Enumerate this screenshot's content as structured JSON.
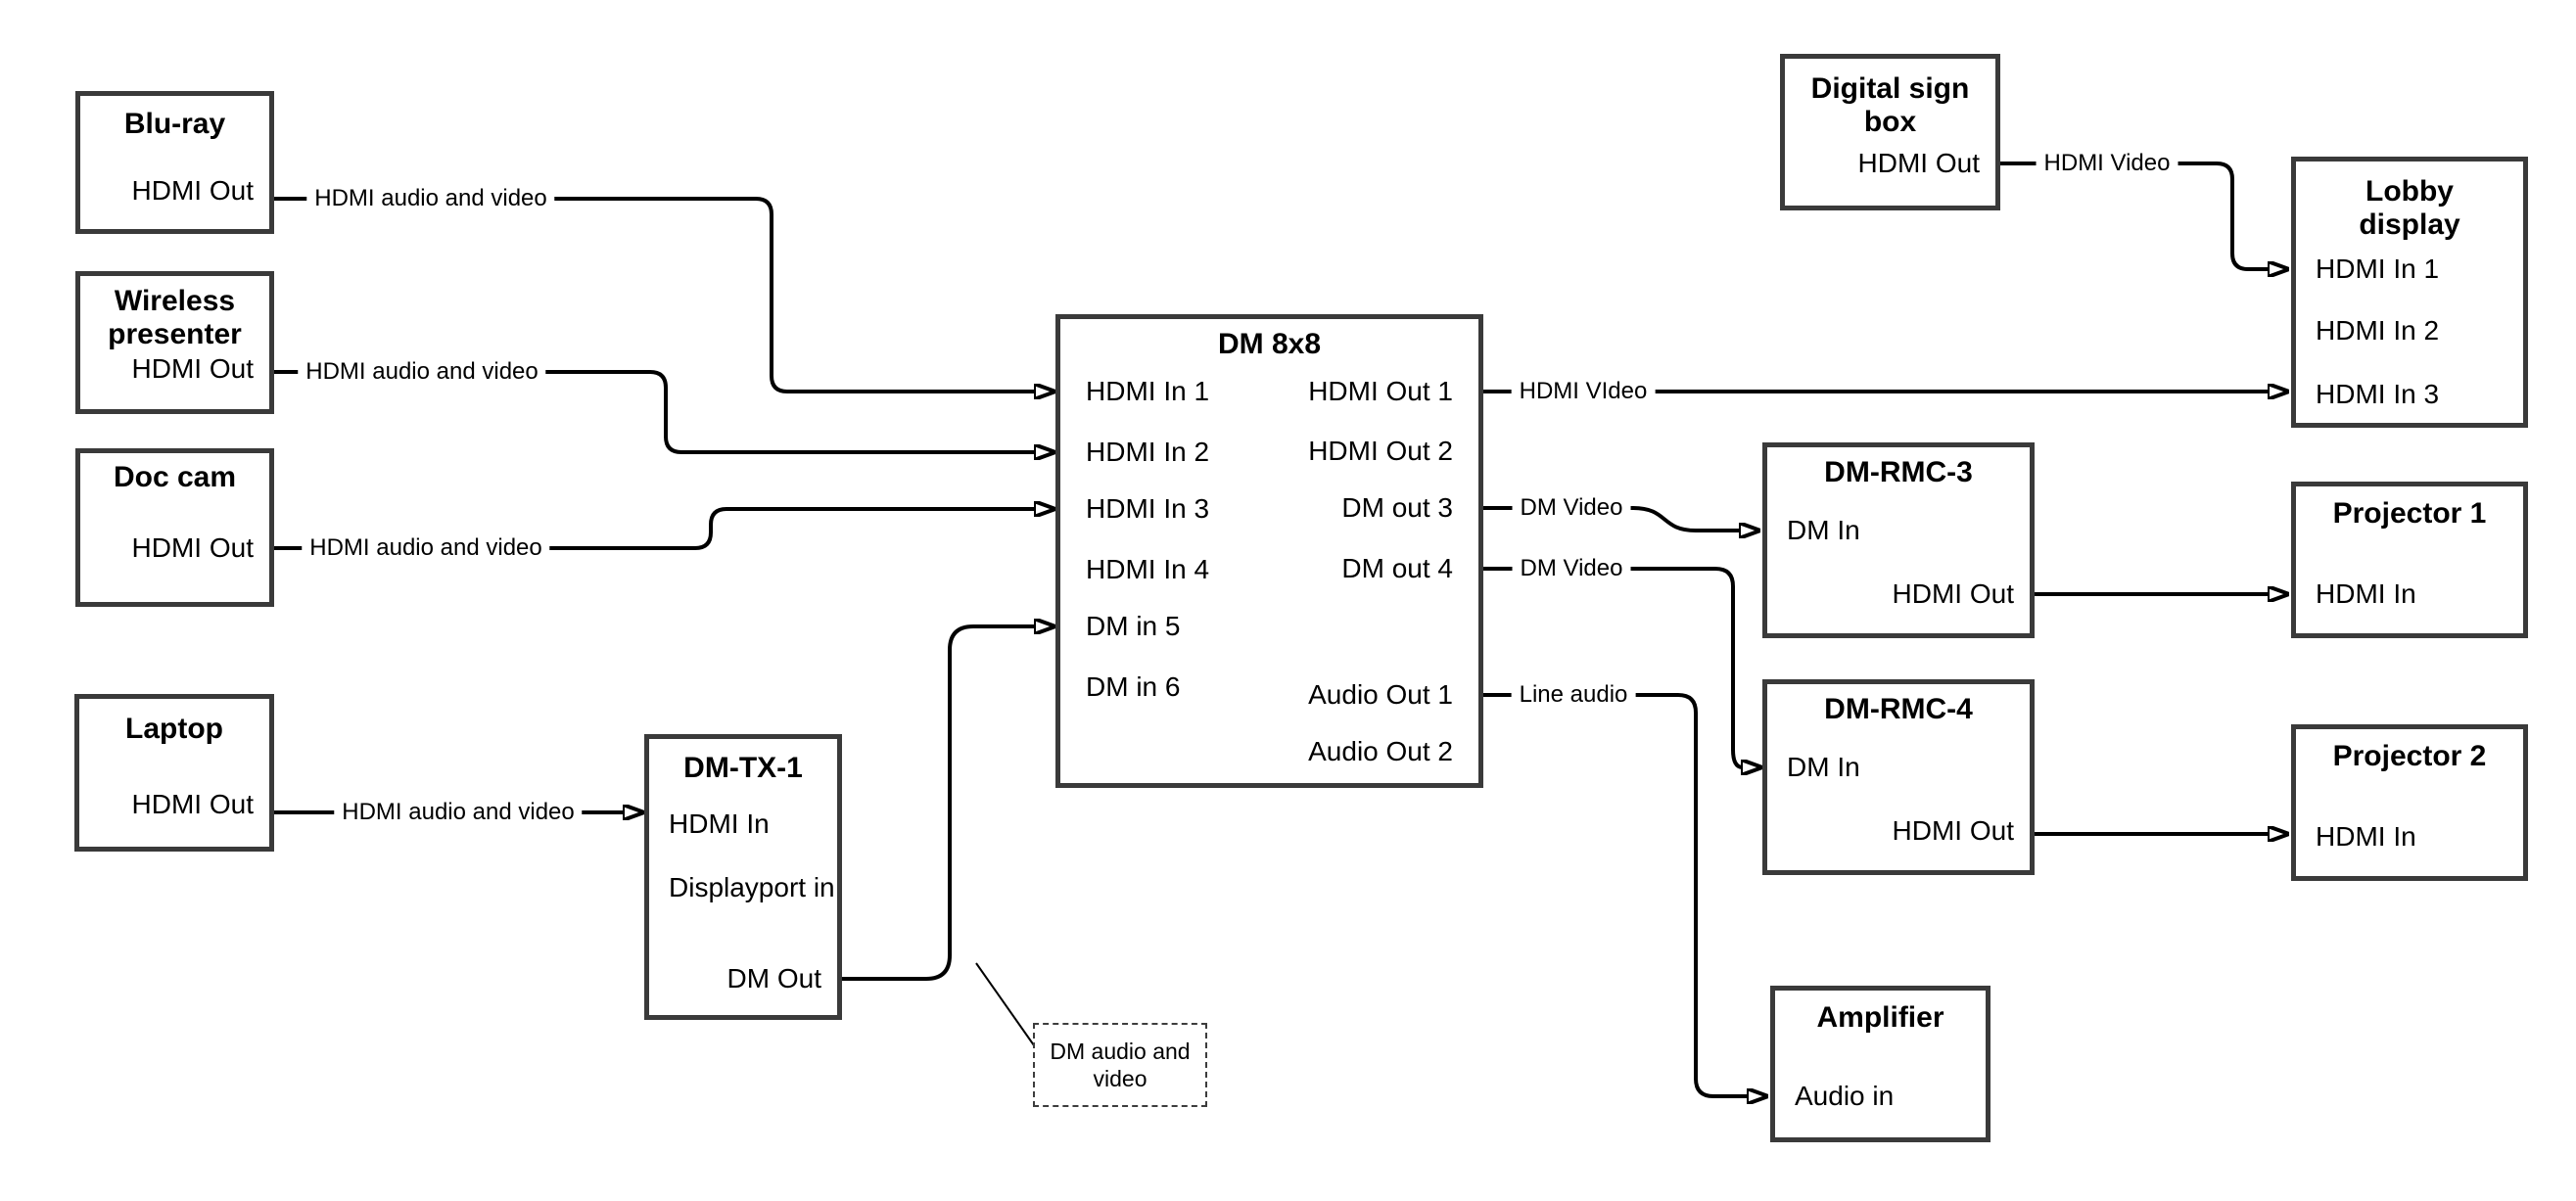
{
  "diagram": {
    "type": "av-signal-flow-diagram",
    "colors": {
      "background": "#ffffff",
      "line": "#000000",
      "box_border": "#3a3a3a"
    }
  },
  "nodes": {
    "bluray": {
      "title": "Blu-ray",
      "port_out": "HDMI Out"
    },
    "wireless": {
      "title_l1": "Wireless",
      "title_l2": "presenter",
      "port_out": "HDMI Out"
    },
    "doccam": {
      "title": "Doc cam",
      "port_out": "HDMI Out"
    },
    "laptop": {
      "title": "Laptop",
      "port_out": "HDMI Out"
    },
    "dmtx1": {
      "title": "DM-TX-1",
      "port_hdmi_in": "HDMI In",
      "port_dp_in": "Displayport in",
      "port_dm_out": "DM Out"
    },
    "dm8x8": {
      "title": "DM 8x8",
      "in1": "HDMI In 1",
      "in2": "HDMI In 2",
      "in3": "HDMI In 3",
      "in4": "HDMI In 4",
      "in5": "DM in 5",
      "in6": "DM in 6",
      "out1": "HDMI Out 1",
      "out2": "HDMI Out 2",
      "out3": "DM out 3",
      "out4": "DM out 4",
      "aout1": "Audio Out 1",
      "aout2": "Audio Out 2"
    },
    "digisign": {
      "title_l1": "Digital sign",
      "title_l2": "box",
      "port_out": "HDMI Out"
    },
    "lobby": {
      "title_l1": "Lobby",
      "title_l2": "display",
      "in1": "HDMI In 1",
      "in2": "HDMI In 2",
      "in3": "HDMI In 3"
    },
    "rmc3": {
      "title": "DM-RMC-3",
      "port_in": "DM In",
      "port_out": "HDMI Out"
    },
    "proj1": {
      "title": "Projector 1",
      "port_in": "HDMI In"
    },
    "rmc4": {
      "title": "DM-RMC-4",
      "port_in": "DM In",
      "port_out": "HDMI Out"
    },
    "proj2": {
      "title": "Projector 2",
      "port_in": "HDMI In"
    },
    "amp": {
      "title": "Amplifier",
      "port_in": "Audio in"
    }
  },
  "connections": [
    {
      "from": "Blu-ray HDMI Out",
      "to": "DM 8x8 HDMI In 1",
      "label": "HDMI audio and video"
    },
    {
      "from": "Wireless presenter HDMI Out",
      "to": "DM 8x8 HDMI In 2",
      "label": "HDMI audio and video"
    },
    {
      "from": "Doc cam HDMI Out",
      "to": "DM 8x8 HDMI In 3",
      "label": "HDMI audio and video"
    },
    {
      "from": "Laptop HDMI Out",
      "to": "DM-TX-1 HDMI In",
      "label": "HDMI audio and video"
    },
    {
      "from": "DM-TX-1 DM Out",
      "to": "DM 8x8 DM in 5",
      "label": ""
    },
    {
      "from": "DM 8x8 HDMI Out 1",
      "to": "Lobby display HDMI In 3",
      "label": "HDMI VIdeo"
    },
    {
      "from": "Digital sign box HDMI Out",
      "to": "Lobby display HDMI In 1",
      "label": "HDMI Video"
    },
    {
      "from": "DM 8x8 DM out 3",
      "to": "DM-RMC-3 DM In",
      "label": "DM Video"
    },
    {
      "from": "DM 8x8 DM out 4",
      "to": "DM-RMC-4 DM In",
      "label": "DM Video"
    },
    {
      "from": "DM 8x8 Audio Out 1",
      "to": "Amplifier Audio in",
      "label": "Line audio"
    },
    {
      "from": "DM-RMC-3 HDMI Out",
      "to": "Projector 1 HDMI In",
      "label": ""
    },
    {
      "from": "DM-RMC-4 HDMI Out",
      "to": "Projector 2 HDMI In",
      "label": ""
    }
  ],
  "annotation": {
    "line1": "DM audio and",
    "line2": "video"
  }
}
